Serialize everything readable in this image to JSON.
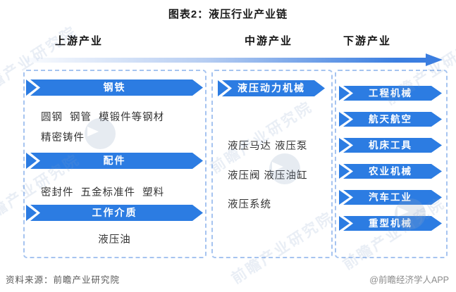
{
  "title": "图表2：液压行业产业链",
  "flow": {
    "stages": [
      "上游产业",
      "中游产业",
      "下游产业"
    ]
  },
  "columns": {
    "upstream": {
      "sections": [
        {
          "banner": "钢铁",
          "lines": [
            "圆钢  钢管  模锻件等钢材",
            "精密铸件"
          ]
        },
        {
          "banner": "配件",
          "lines": [
            "密封件  五金标准件  塑料"
          ]
        },
        {
          "banner": "工作介质",
          "lines": [
            "液压油"
          ]
        }
      ]
    },
    "midstream": {
      "banner": "液压动力机械",
      "lines": [
        "液压马达 液压泵",
        "液压阀 液压油缸",
        "液压系统"
      ]
    },
    "downstream": {
      "banners": [
        "工程机械",
        "航天航空",
        "机床工具",
        "农业机械",
        "汽车工业",
        "重型机械"
      ]
    }
  },
  "footer": {
    "source": "资料来源：前瞻产业研究院",
    "credit": "@前瞻经济学人APP"
  },
  "watermark": {
    "text": "前瞻产业研究院"
  },
  "colors": {
    "banner_blue": "#2c7ce2",
    "border_blue": "#a6c4f0",
    "arrow_blue": "#3b7ee0"
  }
}
